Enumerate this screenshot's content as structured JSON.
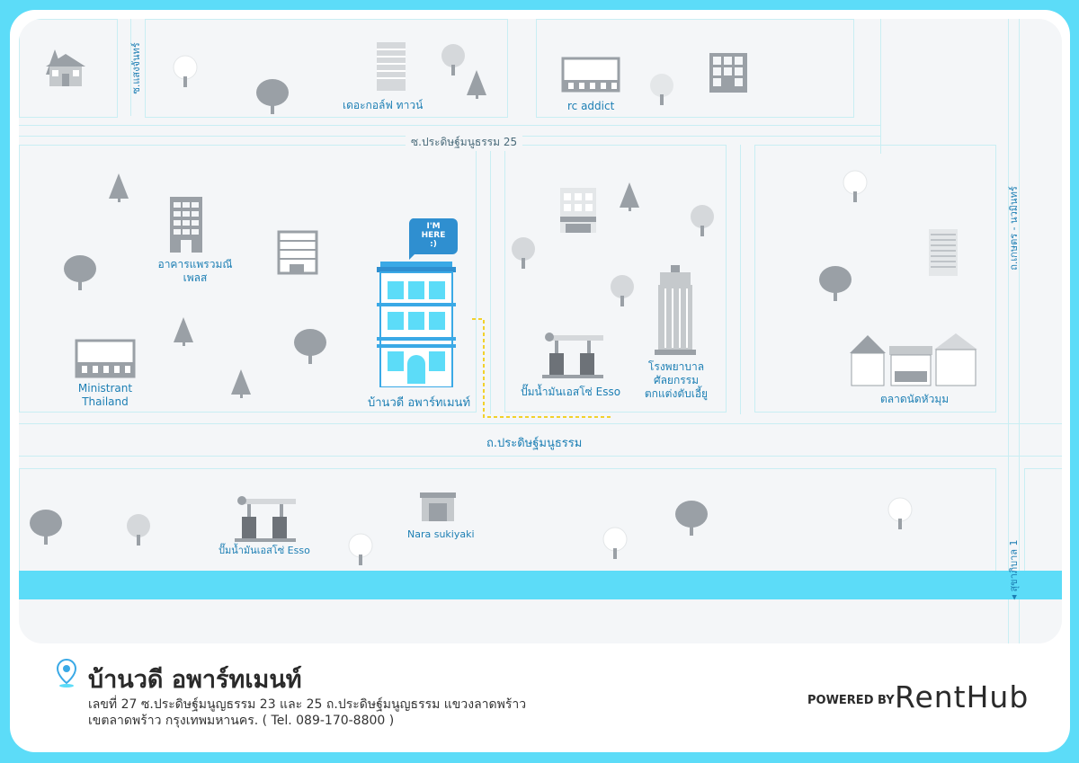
{
  "map": {
    "streets": {
      "soi_top_left": "ซ.แสงจันทร์",
      "soi_25": "ซ.ประดิษฐ์มนูธรรม 25",
      "main_road": "ถ.ประดิษฐ์มนูธรรม",
      "kaset_nawamin": "ถ.เกษตร - นวมินทร์",
      "sukhapiban": "◂ สุขาภิบาล 1"
    },
    "places": {
      "golf_town": "เดอะกอล์ฟ ทาวน์",
      "rc_addict": "rc addict",
      "plaza_line1": "อาคารแพรวมณี",
      "plaza_line2": "เพลส",
      "ministrant_line1": "Ministrant",
      "ministrant_line2": "Thailand",
      "apartment": "บ้านวดี อพาร์ทเมนท์",
      "esso_top": "ปั๊มน้ำมันเอสโซ่ Esso",
      "hospital_line1": "โรงพยาบาล",
      "hospital_line2": "ศัลยกรรม",
      "hospital_line3": "ตกแต่งตับเอี้ยู",
      "market": "ตลาดนัดหัวมุม",
      "esso_bottom": "ปั๊มน้ำมันเอสโซ่ Esso",
      "nara": "Nara sukiyaki"
    },
    "bubble": {
      "line1": "I'M",
      "line2": "HERE",
      "line3": ":)"
    }
  },
  "footer": {
    "title": "บ้านวดี อพาร์ทเมนท์",
    "address_line1": "เลขที่ 27 ซ.ประดิษฐ์มนูญธรรม 23 และ 25 ถ.ประดิษฐ์มนูญธรรม แขวงลาดพร้าว",
    "address_line2": "เขตลาดพร้าว กรุงเทพมหานคร. ( Tel. 089-170-8800 )",
    "powered_by": "POWERED BY",
    "brand": "RentHub"
  },
  "colors": {
    "accent": "#5cdcf8",
    "label": "#1d7fb4",
    "building": "#9aa0a6",
    "apartment": "#3aa9e6",
    "route": "#f2d12b"
  }
}
